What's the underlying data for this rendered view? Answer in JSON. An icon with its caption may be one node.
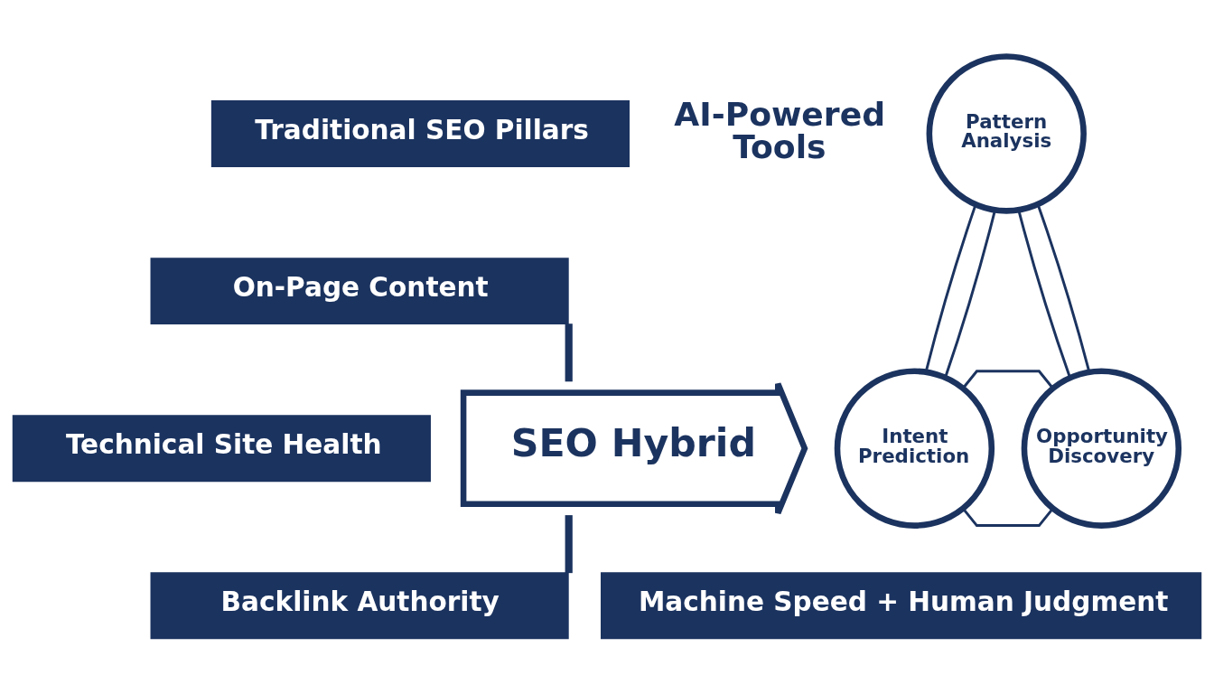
{
  "diagram": {
    "nodes": [
      {
        "text": [
          "Traditional SEO Pillars"
        ]
      },
      {
        "text": [
          "On-Page Content"
        ]
      },
      {
        "text": [
          "Technical Site Health"
        ]
      },
      {
        "text": [
          "Backlink Authority"
        ]
      },
      {
        "text": [
          "SEO Hybrid"
        ]
      },
      {
        "text": [
          "Pattern Analysis"
        ]
      },
      {
        "text": [
          "Intent Prediction"
        ]
      },
      {
        "text": [
          "Opportunity Discovery"
        ]
      },
      {
        "text": [
          "Machine Speed + Human Judgment"
        ]
      }
    ],
    "edges": [
      {
        "from": 1,
        "to": 4,
        "arrow": "none",
        "style": "thick"
      },
      {
        "from": 4,
        "to": 3,
        "arrow": "none",
        "style": "thick"
      },
      {
        "from": 5,
        "to": 6,
        "arrow": "none"
      },
      {
        "from": 5,
        "to": 6,
        "arrow": "none"
      },
      {
        "from": 5,
        "to": 7,
        "arrow": "none"
      },
      {
        "from": 5,
        "to": 7,
        "arrow": "none"
      },
      {
        "from": 6,
        "to": 7,
        "arrow": "none"
      },
      {
        "from": 6,
        "to": 7,
        "arrow": "none"
      }
    ],
    "labels": [
      "AI-Powered Tools"
    ]
  }
}
